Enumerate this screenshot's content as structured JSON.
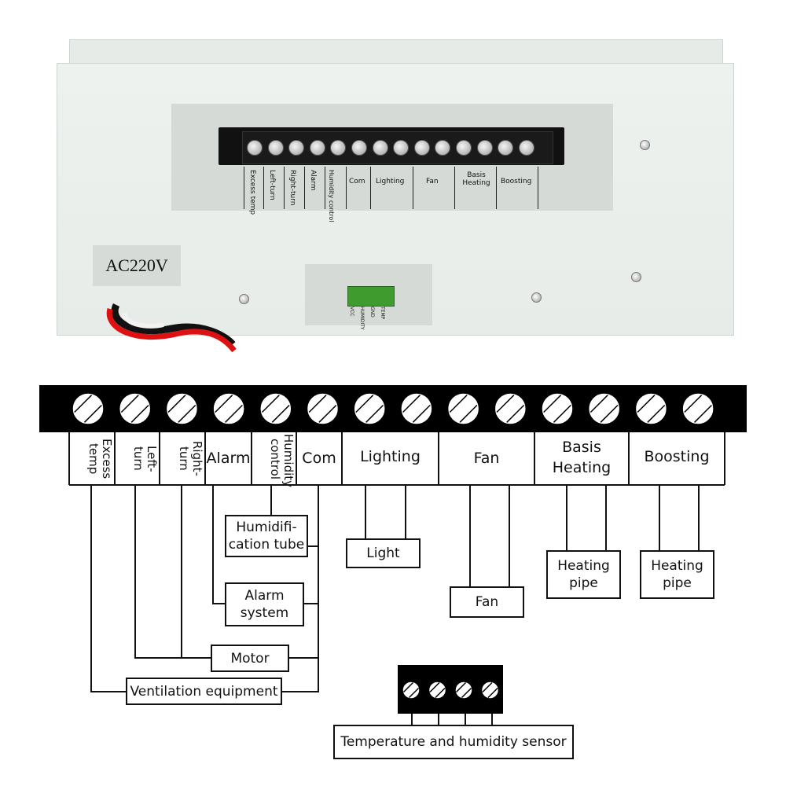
{
  "photo": {
    "ac_label": "AC220V",
    "terminal_labels": [
      "Excess temp",
      "Left-turn",
      "Right-turn",
      "Alarm",
      "Humidity control",
      "Com",
      "Lighting",
      "Fan",
      "Basis Heating",
      "Boosting"
    ],
    "sensor_labels": [
      "VCC",
      "HUMIDITY",
      "GND",
      "TEMP"
    ]
  },
  "terminal_strip": {
    "labels": {
      "excess_temp": "Excess\ntemp",
      "left_turn": "Left-\nturn",
      "right_turn": "Right-\nturn",
      "alarm": "Alarm",
      "humidity_control": "Humidity\ncontrol",
      "com": "Com",
      "lighting": "Lighting",
      "fan": "Fan",
      "basis_heating": "Basis\nHeating",
      "boosting": "Boosting"
    }
  },
  "devices": {
    "humidification_tube": "Humidifi-\ncation tube",
    "light": "Light",
    "alarm_system": "Alarm\nsystem",
    "fan": "Fan",
    "heating_pipe_1": "Heating\npipe",
    "heating_pipe_2": "Heating\npipe",
    "motor": "Motor",
    "ventilation_equipment": "Ventilation equipment",
    "sensor": "Temperature and humidity sensor"
  }
}
